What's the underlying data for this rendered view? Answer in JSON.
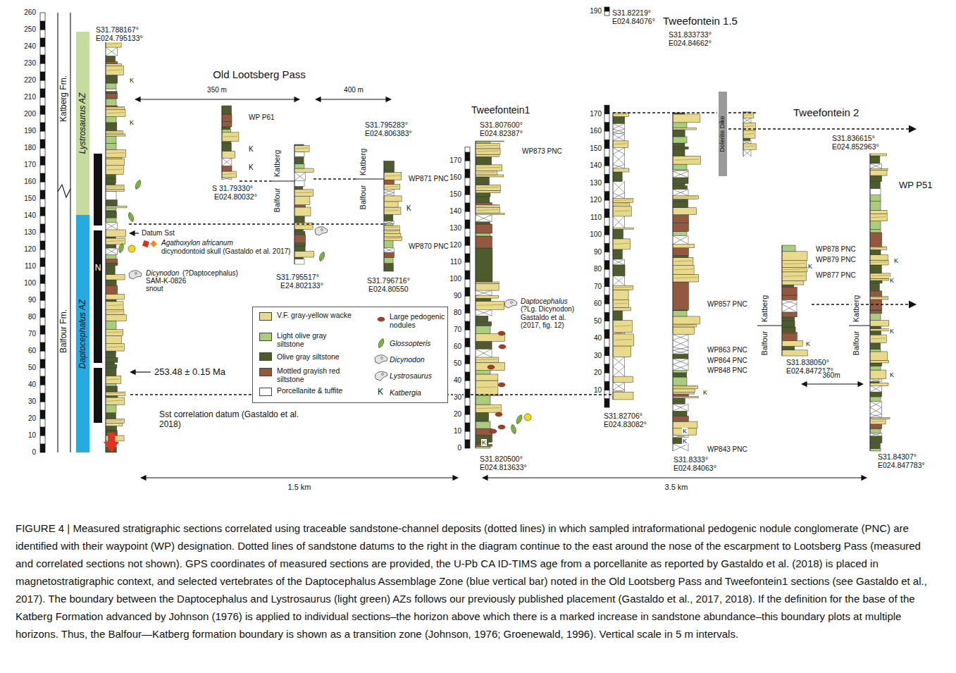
{
  "diagram": {
    "caption": "FIGURE 4 | Measured stratigraphic sections correlated using traceable sandstone-channel deposits (dotted lines) in which sampled intraformational pedogenic nodule conglomerate (PNC) are identified with their waypoint (WP) designation. Dotted lines of sandstone datums to the right in the diagram continue to the east around the nose of the escarpment to Lootsberg Pass (measured and correlated sections not shown). GPS coordinates of measured sections are provided, the U-Pb CA ID-TIMS age from a porcellanite as reported by Gastaldo et al. (2018) is placed in magnetostratigraphic context, and selected vertebrates of the Daptocephalus Assemblage Zone (blue vertical bar) noted in the Old Lootsberg Pass and Tweefontein1 sections (see Gastaldo et al., 2017). The boundary between the Daptocephalus and Lystrosaurus (light green) AZs follows our previously published placement (Gastaldo et al., 2017, 2018). If the definition for the base of the Katberg Formation advanced by Johnson (1976) is applied to individual sections–the horizon above which there is a marked increase in sandstone abundance–this boundary plots at multiple horizons. Thus, the Balfour—Katberg formation boundary is shown as a transition zone (Johnson, 1976; Groenewald, 1996). Vertical scale in 5 m intervals.",
    "nodes": [
      {
        "text": [
          "Lystrosaurus AZ"
        ]
      },
      {
        "text": [
          "Daptocephalus AZ"
        ]
      },
      {
        "text": [
          "N"
        ]
      },
      {
        "text": [
          "Dolerite Dike"
        ]
      }
    ],
    "labels": [
      "0",
      "10",
      "20",
      "30",
      "40",
      "50",
      "60",
      "70",
      "80",
      "90",
      "100",
      "110",
      "120",
      "130",
      "140",
      "150",
      "160",
      "170",
      "180",
      "190",
      "200",
      "210",
      "220",
      "230",
      "240",
      "250",
      "260",
      "0",
      "10",
      "20",
      "30",
      "40",
      "50",
      "60",
      "70",
      "80",
      "90",
      "100",
      "110",
      "120",
      "130",
      "140",
      "150",
      "160",
      "170",
      "190",
      "170",
      "160",
      "150",
      "140",
      "130",
      "120",
      "110",
      "100",
      "90",
      "80",
      "70",
      "60",
      "50",
      "40",
      "30",
      "20",
      "10",
      "S31.788167°",
      "E024.795133°",
      "Katberg Fm.",
      "Balfour Fm.",
      "K",
      "K",
      "Datum Sst",
      "Agathoxylon africanum",
      "dicynodontoid skull (Gastaldo et al. 2017)",
      "Dicynodon",
      "(?Daptocephalus)",
      "SAM-K-0826",
      "snout",
      "253.48 ± 0.15 Ma",
      "Sst correlation datum (Gastaldo et al. 2018)",
      "Old Lootsberg Pass",
      "350 m",
      "400 m",
      "WP P61",
      "K",
      "K",
      "S 31.79330°",
      "E024.80032°",
      "Katberg",
      "Balfour",
      "S31.795517°",
      "E24.802133°",
      "S31.795283°",
      "E024.806383°",
      "Katberg",
      "Balfour",
      "WP871 PNC",
      "K",
      "WP870 PNC",
      "S31.796716°",
      "E024.80550",
      "Tweefontein1",
      "S31.807600°",
      "E024.82387°",
      "WP873 PNC",
      "Daptocephalus",
      "(?Lg. Dicynodon)",
      "Gastaldo et al.",
      "(2017, fig. 12)",
      "K",
      "S31.820500°",
      "E024.813633°",
      "S31.82219°",
      "E024.84076°",
      "Tweefontein 1.5",
      "S31.833733°",
      "E024.84662°",
      "S31.82706°",
      "E024.83082°",
      "WP857 PNC",
      "WP863 PNC",
      "WP864 PNC",
      "WP848 PNC",
      "K",
      "K",
      "K",
      "WP843 PNC",
      "S31.8333°",
      "E024.84063°",
      "Tweefontein 2",
      "S31.836615°",
      "E024.852963°",
      "WP P51",
      "K",
      "K",
      "K",
      "K",
      "WP878 PNC",
      "WP879 PNC",
      "WP877 PNC",
      "K",
      "K",
      "Katberg",
      "Balfour",
      "Katberg",
      "Balfour",
      "S31.838050°",
      "E024.847217°",
      "360m",
      "S31.84307°",
      "E024.847783°",
      "1.5 km",
      "3.5 km",
      "K"
    ],
    "legend": [
      {
        "text": "V.F. gray-yellow wacke",
        "color": "#e9d98a"
      },
      {
        "text": "Light olive gray siltstone",
        "color": "#a9cd7c"
      },
      {
        "text": "Olive gray siltstone",
        "color": "#4e5b2c"
      },
      {
        "text": "Mottled grayish red siltstone",
        "color": "#94583f"
      },
      {
        "text": "Porcellanite & tuffite",
        "color": "#ffffff"
      },
      {
        "text": "Large pedogenic nodules"
      },
      {
        "text": "Glossopteris"
      },
      {
        "text": "Dicynodon"
      },
      {
        "text": "Lystrosaurus"
      },
      {
        "text": "Katbergia"
      }
    ]
  }
}
